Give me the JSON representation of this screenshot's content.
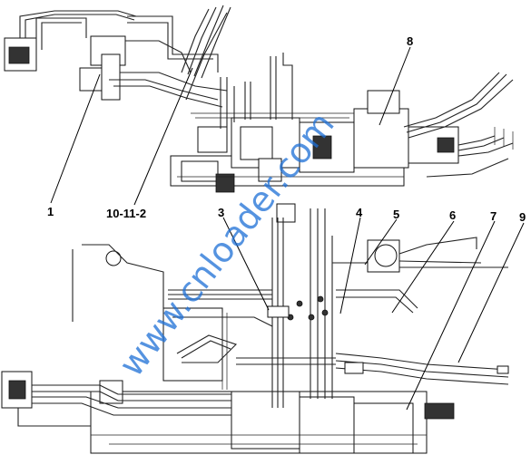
{
  "callouts": [
    {
      "label": "1"
    },
    {
      "label": "10-11-2"
    },
    {
      "label": "8"
    },
    {
      "label": "3"
    },
    {
      "label": "4"
    },
    {
      "label": "5"
    },
    {
      "label": "6"
    },
    {
      "label": "7"
    },
    {
      "label": "9"
    }
  ],
  "watermark": {
    "text": "www.cnloader.com"
  }
}
